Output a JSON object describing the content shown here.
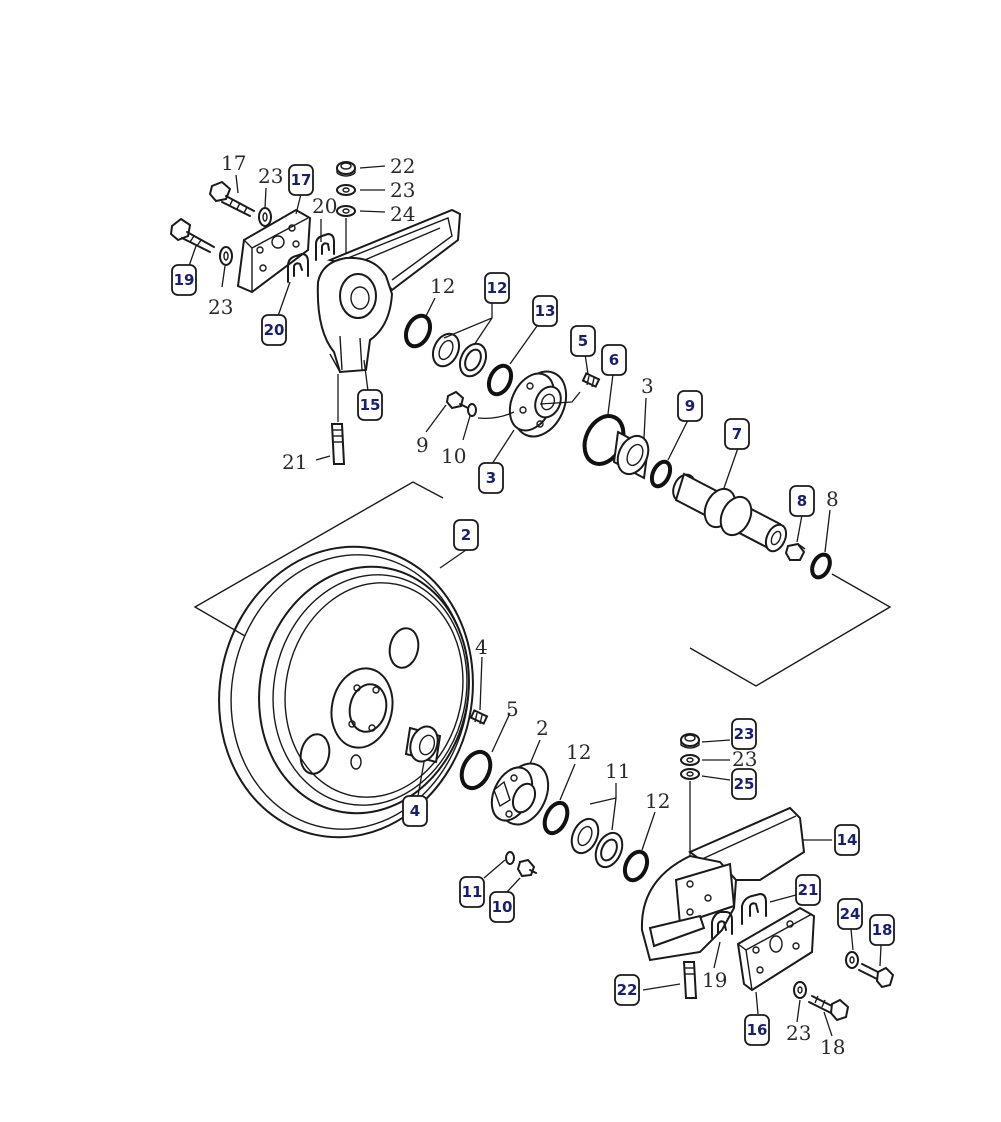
{
  "diagram": {
    "plain_labels": [
      "17",
      "23",
      "22",
      "23",
      "24",
      "20",
      "23",
      "12",
      "9",
      "10",
      "21",
      "3",
      "8",
      "4",
      "5",
      "2",
      "12",
      "11",
      "12",
      "23",
      "19",
      "23",
      "18"
    ],
    "callouts": [
      "17",
      "19",
      "20",
      "15",
      "12",
      "13",
      "5",
      "6",
      "9",
      "7",
      "8",
      "3",
      "2",
      "4",
      "11",
      "10",
      "23",
      "25",
      "14",
      "21",
      "24",
      "18",
      "22",
      "16"
    ]
  }
}
